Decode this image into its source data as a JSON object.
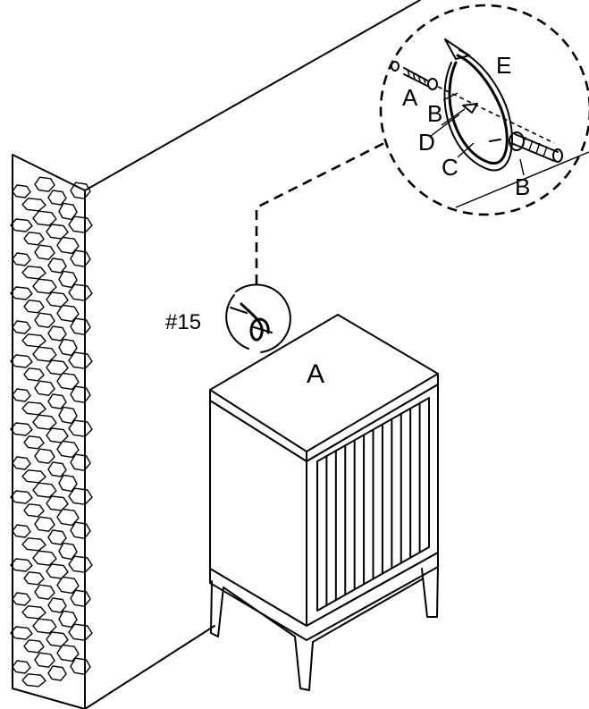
{
  "figure": {
    "cabinet_label": "A",
    "callout_label": "#15",
    "detail_labels": {
      "wall_anchor": "A",
      "washer_wall": "B",
      "screw": "D",
      "strap": "C",
      "strap_loop": "E",
      "washer_cabinet": "B"
    }
  }
}
